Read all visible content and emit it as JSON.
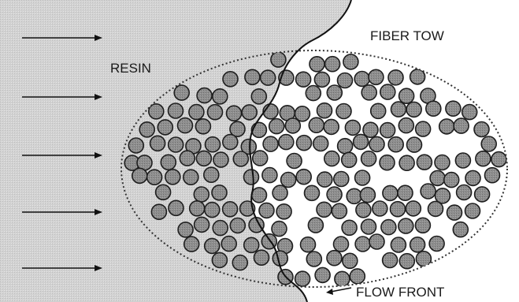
{
  "labels": {
    "resin": "RESIN",
    "fiber_tow": "FIBER TOW",
    "flow_front": "FLOW FRONT"
  },
  "colors": {
    "resin_fill": "#d6d6d6",
    "fiber_fill": "#8a8a8a",
    "fiber_stroke": "#1e1e1e",
    "outline": "#333333",
    "background": "#ffffff"
  },
  "flow_arrows": {
    "count": 5,
    "direction": "right"
  }
}
